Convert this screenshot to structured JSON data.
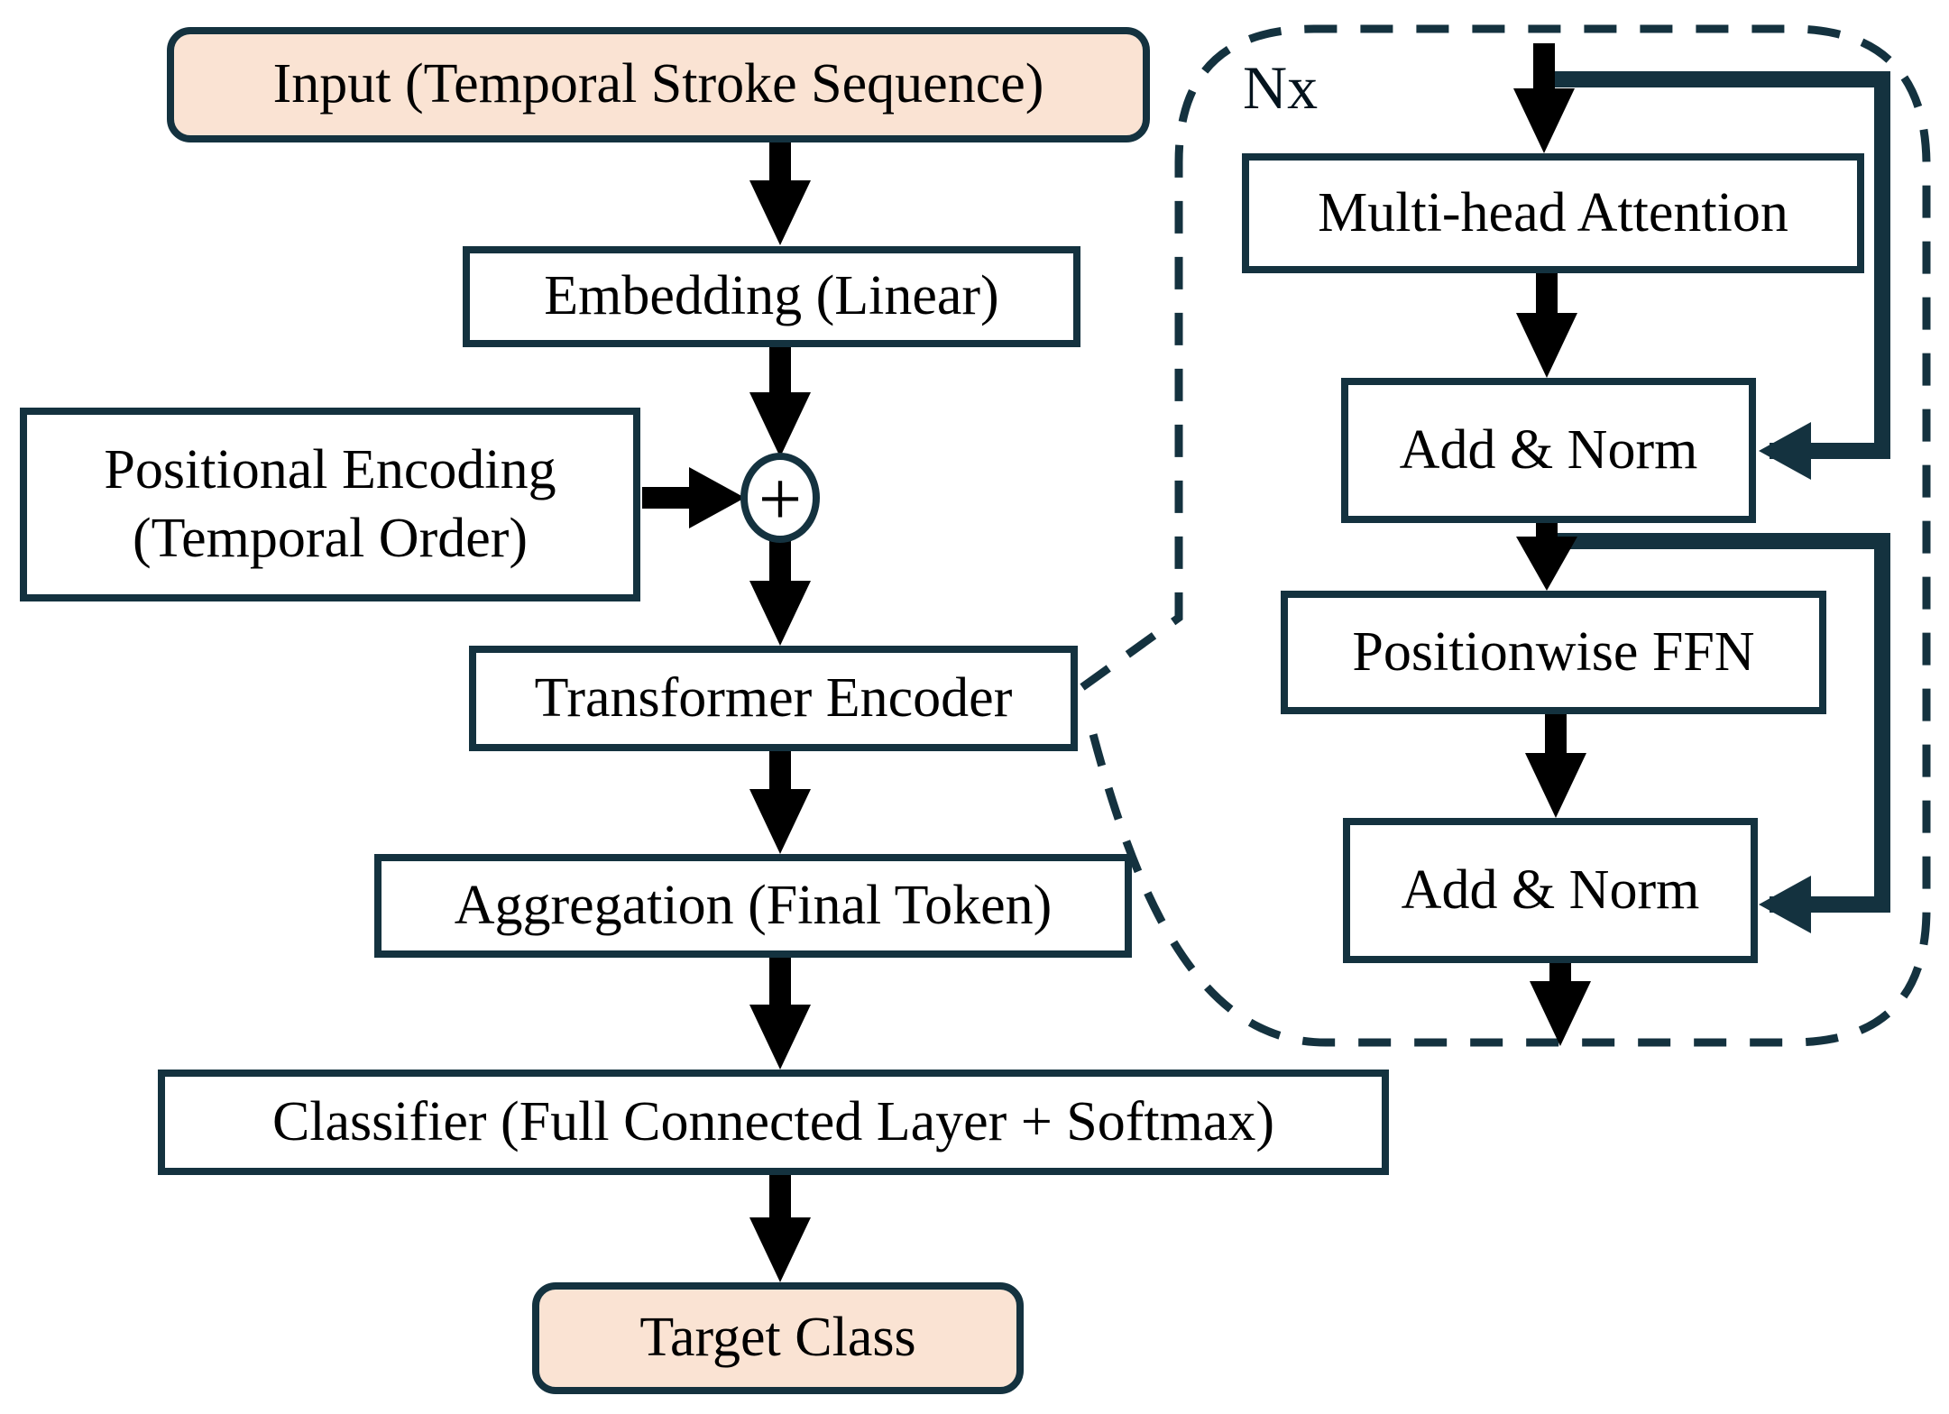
{
  "diagram": {
    "nodes": {
      "input": {
        "label": "Input (Temporal Stroke Sequence)"
      },
      "embedding": {
        "label": "Embedding (Linear)"
      },
      "positional_encoding": {
        "line1": "Positional Encoding",
        "line2": "(Temporal Order)"
      },
      "sum_operator": {
        "symbol": "+"
      },
      "transformer_encoder": {
        "label": "Transformer Encoder"
      },
      "aggregation": {
        "label": "Aggregation (Final Token)"
      },
      "classifier": {
        "label": "Classifier (Full Connected Layer + Softmax)"
      },
      "target_class": {
        "label": "Target Class"
      }
    },
    "encoder_detail": {
      "repeat_label": "Nx",
      "multi_head_attention": {
        "label": "Multi-head Attention"
      },
      "add_norm_1": {
        "label": "Add & Norm"
      },
      "positionwise_ffn": {
        "label": "Positionwise FFN"
      },
      "add_norm_2": {
        "label": "Add & Norm"
      }
    },
    "colors": {
      "outline": "#14323f",
      "arrow": "#000000",
      "accent_fill": "#fae3d3",
      "node_fill": "#ffffff"
    }
  }
}
